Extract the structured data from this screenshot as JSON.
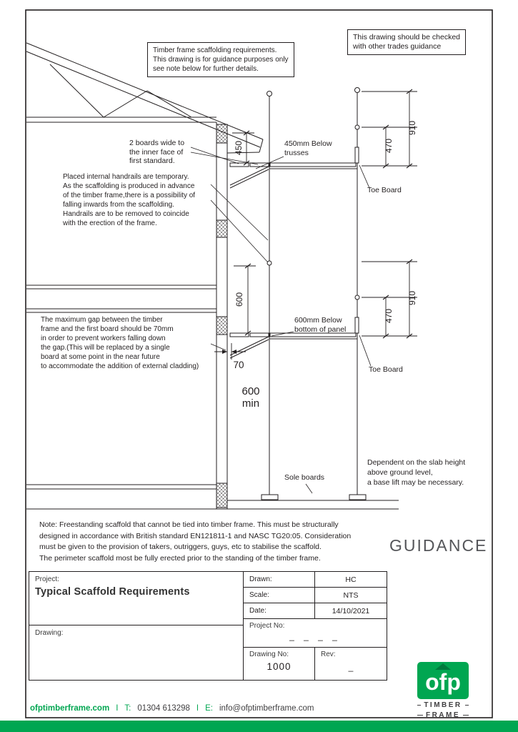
{
  "annotations": {
    "check_box": "This drawing should be checked\nwith other trades guidance",
    "title_box": "Timber frame scaffolding requirements.\nThis drawing is for guidance purposes only\nsee note below for further details.",
    "boards_note": "2 boards wide to\nthe inner face of\nfirst standard.",
    "handrails_note": "Placed internal handrails are temporary.\nAs the scaffolding is produced in advance\nof the timber frame,there is a possibility of\nfalling inwards from the scaffolding.\nHandrails are to be removed to coincide\nwith the erection of the frame.",
    "gap_note": "The maximum gap between the timber\nframe and the first board should be 70mm\nin order to prevent workers falling down\nthe gap.(This will be replaced by a single\nboard at some point in the near future\nto accommodate the addition of external cladding)",
    "below_trusses": "450mm Below\ntrusses",
    "below_panel": "600mm Below\nbottom of panel",
    "toe_board_top": "Toe Board",
    "toe_board_mid": "Toe Board",
    "sole_boards": "Sole boards",
    "base_lift": "Dependent on the slab height\nabove ground level,\na base lift may be necessary.",
    "bottom_note": "Note: Freestanding scaffold that cannot be tied into timber frame. This must be structurally\ndesigned in accordance with British standard EN121811-1 and NASC TG20:05. Consideration\nmust be given to the provision of takers, outriggers, guys, etc to stabilise the scaffold.\nThe perimeter scaffold most be fully erected prior to the standing of the timber frame.",
    "guidance": "GUIDANCE"
  },
  "dimensions": {
    "d450": "450",
    "d470_top": "470",
    "d910_top": "910",
    "d600": "600",
    "d470_mid": "470",
    "d910_mid": "910",
    "d70": "70",
    "d600min": "600\nmin"
  },
  "title_block": {
    "project_label": "Project:",
    "project_value": "Typical Scaffold Requirements",
    "drawing_label": "Drawing:",
    "drawn_label": "Drawn:",
    "drawn_value": "HC",
    "scale_label": "Scale:",
    "scale_value": "NTS",
    "date_label": "Date:",
    "date_value": "14/10/2021",
    "project_no_label": "Project No:",
    "project_no_value": "_ _ _ _",
    "drawing_no_label": "Drawing No:",
    "drawing_no_value": "1000",
    "rev_label": "Rev:",
    "rev_value": "_"
  },
  "footer": {
    "website": "ofptimberframe.com",
    "separator": "I",
    "tel_label": "T:",
    "tel_value": "01304 613298",
    "email_label": "E:",
    "email_value": "info@ofptimberframe.com"
  },
  "logo": {
    "text": "ofp",
    "line1": "TIMBER",
    "line2": "FRAME"
  },
  "colors": {
    "accent_green": "#00A651",
    "ink": "#231F20",
    "guidance_gray": "#55565A"
  }
}
